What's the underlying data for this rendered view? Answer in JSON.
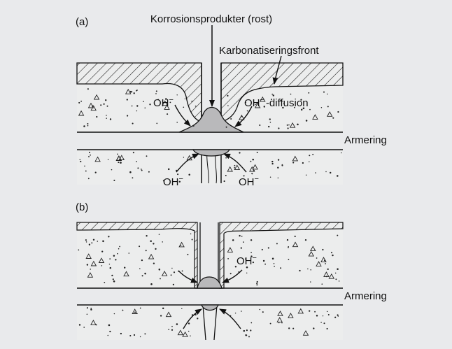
{
  "panel_a": {
    "tag": "(a)",
    "title": "Korrosionsprodukter (rost)",
    "front_label": "Karbonatiseringsfront",
    "oh_left": "OH",
    "oh_right": "OH",
    "diffusion_suffix": "-diffusion",
    "oh_bottom_left": "OH",
    "oh_bottom_right": "OH",
    "rebar_label": "Armering"
  },
  "panel_b": {
    "tag": "(b)",
    "oh": "OH",
    "rebar_label": "Armering"
  },
  "superscript_minus": "−",
  "colors": {
    "background": "#e9eaec",
    "ink": "#111111",
    "concrete": "#eceded",
    "rust": "#b9b9bb"
  }
}
